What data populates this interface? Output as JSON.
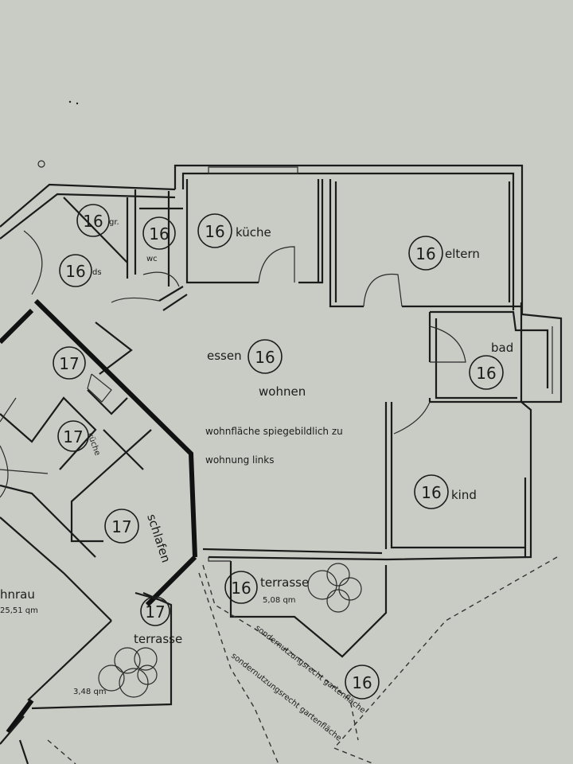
{
  "rooms": {
    "kueche": {
      "number": "16",
      "label": "küche"
    },
    "eltern": {
      "number": "16",
      "label": "eltern"
    },
    "wc": {
      "number": "16",
      "label": "wc"
    },
    "gr": {
      "number": "16",
      "label": "gr."
    },
    "ds": {
      "number": "16",
      "label": "ds"
    },
    "essen": {
      "number": "16",
      "label": "essen"
    },
    "wohnen": {
      "label": "wohnen"
    },
    "bad": {
      "number": "16",
      "label": "bad"
    },
    "kind": {
      "number": "16",
      "label": "kind"
    },
    "terrasse_main": {
      "number": "16",
      "label": "terrasse",
      "area": "5,08 qm"
    },
    "garden_right": {
      "number": "16"
    },
    "left_kueche": {
      "number": "17",
      "label": "küche"
    },
    "left_schlafen": {
      "number": "17",
      "label": "schlafen"
    },
    "left_terrasse": {
      "number": "17",
      "label": "terrasse",
      "area": "3,48 qm"
    },
    "left_upper": {
      "number": "17"
    },
    "left_wohnraum": {
      "label": "hnrau",
      "area": "25,51 qm"
    }
  },
  "notes": {
    "line1": "wohnfläche spiegebildlich zu",
    "line2": "wohnung links",
    "garden1": "sondernutzungsrecht gartenfläche",
    "garden2": "sondernutzungsrecht gartenfläche"
  },
  "colors": {
    "paper": "#c9ccc5",
    "ink": "#1b1b1b"
  }
}
